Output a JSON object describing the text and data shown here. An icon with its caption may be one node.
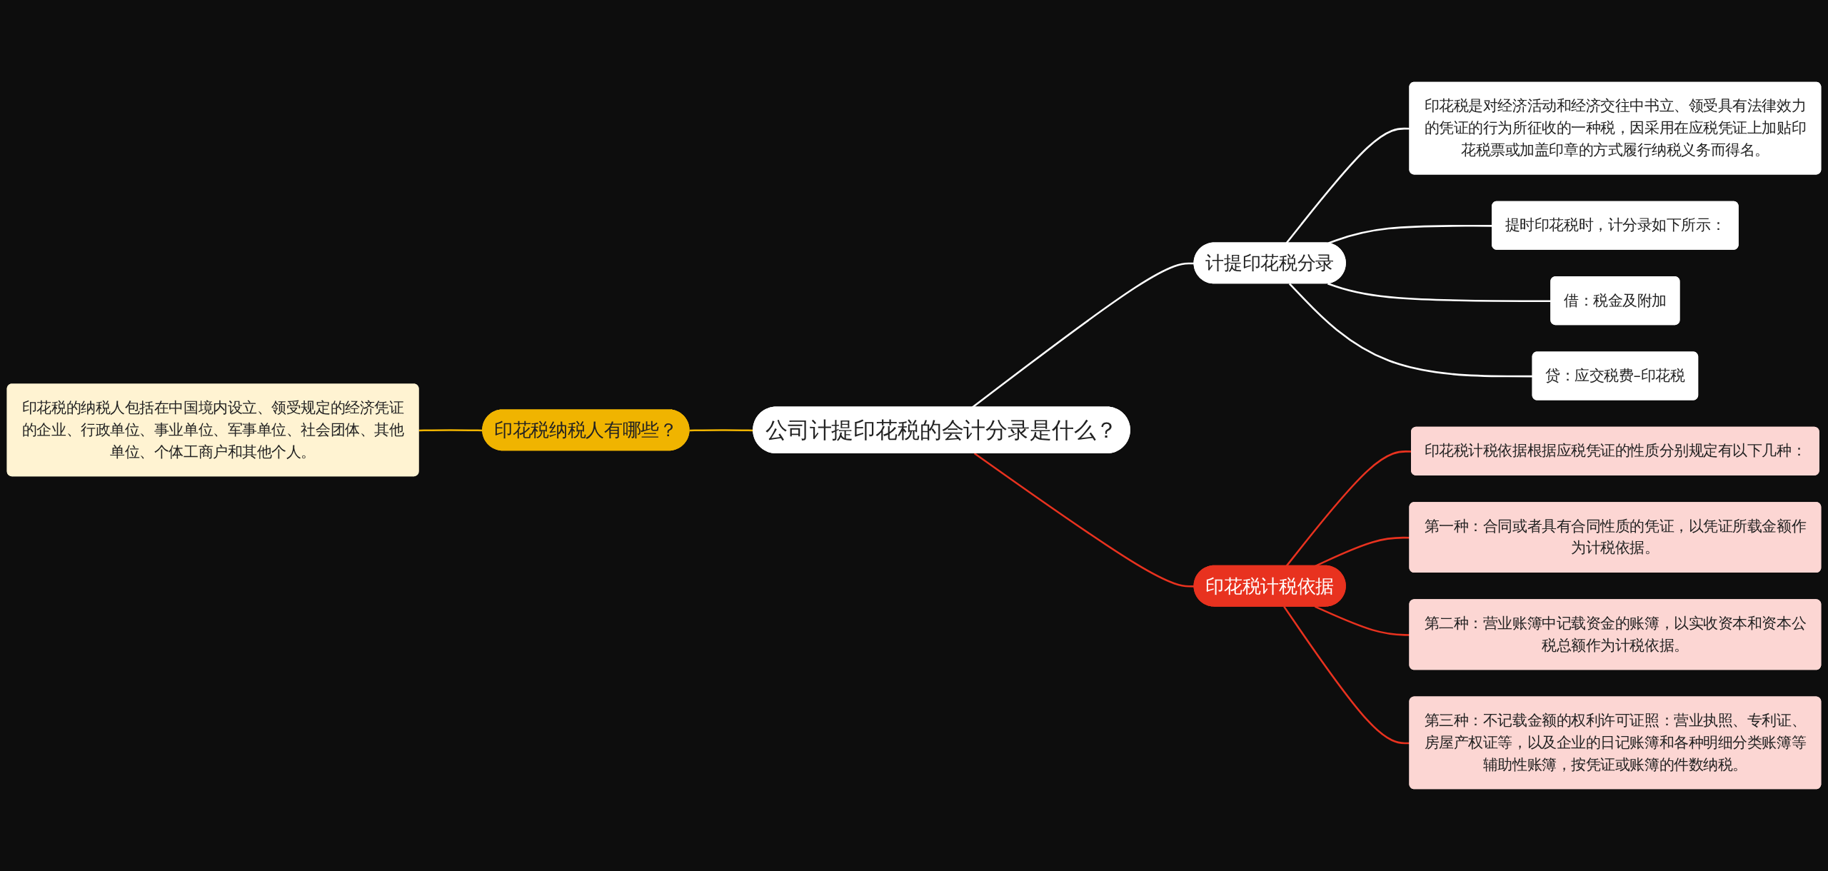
{
  "diagram": {
    "nodes": [
      {
        "text": [
          "公司计提印花税的会计分录是什么？"
        ]
      },
      {
        "text": [
          "计提印花税分录"
        ]
      },
      {
        "text": [
          "印花税是对经济活动和经济交往中书立、领受具有法律效力的凭证的行为所征收的一种税，因采用在应税凭证上加贴印花税票或加盖印章的方式履行纳税义务而得名。"
        ]
      },
      {
        "text": [
          "提时印花税时，计分录如下所示："
        ]
      },
      {
        "text": [
          "借：税金及附加"
        ]
      },
      {
        "text": [
          "贷：应交税费–印花税"
        ]
      },
      {
        "text": [
          "印花税计税依据"
        ]
      },
      {
        "text": [
          "印花税计税依据根据应税凭证的性质分别规定有以下几种："
        ]
      },
      {
        "text": [
          "第一种：合同或者具有合同性质的凭证，以凭证所载金额作为计税依据。"
        ]
      },
      {
        "text": [
          "第二种：营业账簿中记载资金的账簿，以实收资本和资本公税总额作为计税依据。"
        ]
      },
      {
        "text": [
          "第三种：不记载金额的权利许可证照：营业执照、专利证、房屋产权证等，以及企业的日记账簿和各种明细分类账簿等辅助性账簿，按凭证或账簿的件数纳税。"
        ]
      },
      {
        "text": [
          "印花税纳税人有哪些？"
        ]
      },
      {
        "text": [
          "印花税的纳税人包括在中国境内设立、领受规定的经济凭证的企业、行政单位、事业单位、军事单位、社会团体、其他单位、个体工商户和其他个人。"
        ]
      }
    ],
    "edges": [
      {
        "from": 0,
        "to": 1,
        "arrow": "none",
        "color": "#ffffff"
      },
      {
        "from": 1,
        "to": 2,
        "arrow": "none",
        "color": "#ffffff"
      },
      {
        "from": 1,
        "to": 3,
        "arrow": "none",
        "color": "#ffffff"
      },
      {
        "from": 1,
        "to": 4,
        "arrow": "none",
        "color": "#ffffff"
      },
      {
        "from": 1,
        "to": 5,
        "arrow": "none",
        "color": "#ffffff"
      },
      {
        "from": 0,
        "to": 6,
        "arrow": "none",
        "color": "#e8321f"
      },
      {
        "from": 6,
        "to": 7,
        "arrow": "none",
        "color": "#e8321f"
      },
      {
        "from": 6,
        "to": 8,
        "arrow": "none",
        "color": "#e8321f"
      },
      {
        "from": 6,
        "to": 9,
        "arrow": "none",
        "color": "#e8321f"
      },
      {
        "from": 6,
        "to": 10,
        "arrow": "none",
        "color": "#e8321f"
      },
      {
        "from": 0,
        "to": 11,
        "arrow": "none",
        "color": "#f0b400"
      },
      {
        "from": 11,
        "to": 12,
        "arrow": "none",
        "color": "#f0b400"
      }
    ]
  }
}
